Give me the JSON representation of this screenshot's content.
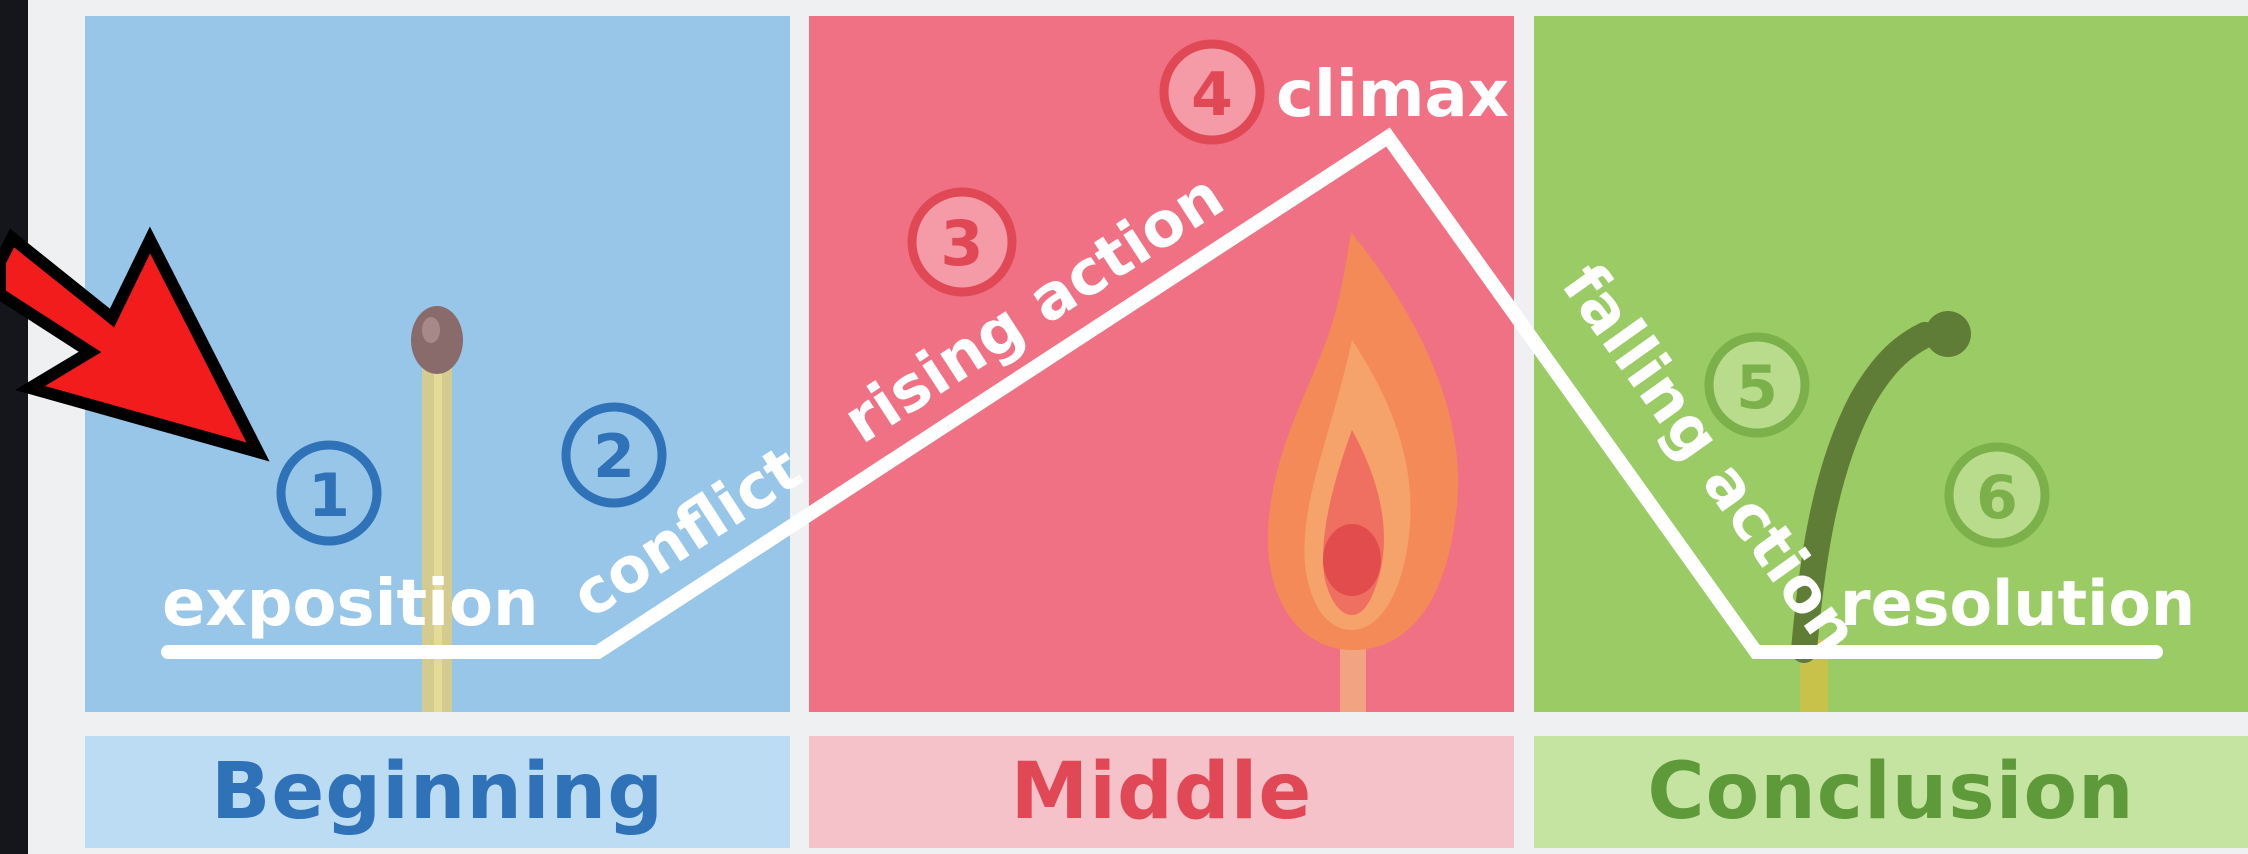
{
  "sections": {
    "beginning": "Beginning",
    "middle": "Middle",
    "conclusion": "Conclusion"
  },
  "steps": [
    {
      "number": "1",
      "label": "exposition"
    },
    {
      "number": "2",
      "label": "conflict"
    },
    {
      "number": "3",
      "label": "rising action"
    },
    {
      "number": "4",
      "label": "climax"
    },
    {
      "number": "5",
      "label": "falling action"
    },
    {
      "number": "6",
      "label": "resolution"
    }
  ],
  "colors": {
    "beginning_panel": "#98c6e9",
    "middle_panel": "#ef7183",
    "conclusion_panel": "#9bcb64",
    "beginning_text": "#2f72b7",
    "middle_text": "#e14856",
    "conclusion_text": "#5f9a3a",
    "arrow": "#f21c1c"
  },
  "icons": [
    "unlit-match-icon",
    "burning-match-icon",
    "burnt-match-icon",
    "red-pointer-arrow-icon"
  ]
}
